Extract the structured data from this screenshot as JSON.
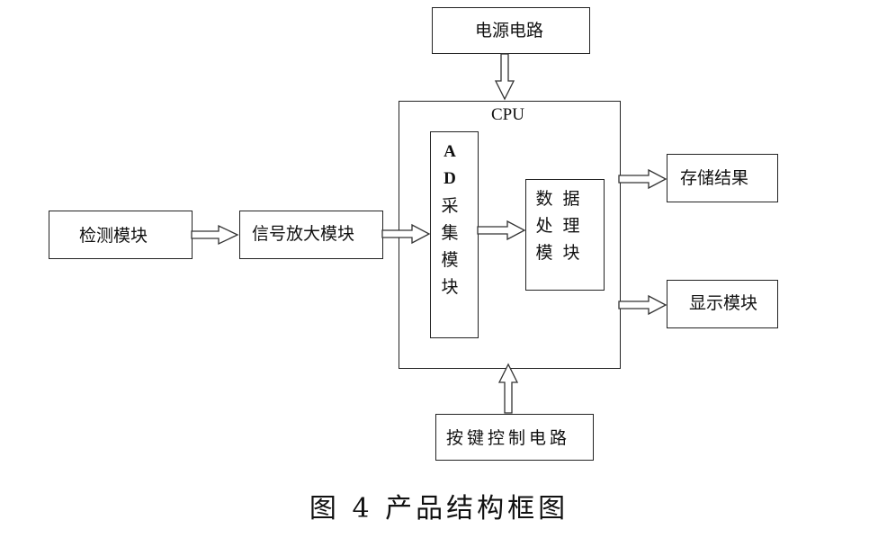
{
  "diagram": {
    "power": "电源电路",
    "cpu": "CPU",
    "detect": "检测模块",
    "amp": "信号放大模块",
    "ad": [
      "A",
      "D",
      "采",
      "集",
      "模",
      "块"
    ],
    "proc": [
      [
        "数",
        "据"
      ],
      [
        "处",
        "理"
      ],
      [
        "模",
        "块"
      ]
    ],
    "store": "存储结果",
    "display": "显示模块",
    "keys": "按键控制电路",
    "caption": "图 4  产品结构框图"
  },
  "edges": [
    {
      "from": "电源电路",
      "to": "CPU"
    },
    {
      "from": "检测模块",
      "to": "信号放大模块"
    },
    {
      "from": "信号放大模块",
      "to": "AD采集模块"
    },
    {
      "from": "AD采集模块",
      "to": "数据处理模块"
    },
    {
      "from": "CPU",
      "to": "存储结果"
    },
    {
      "from": "CPU",
      "to": "显示模块"
    },
    {
      "from": "按键控制电路",
      "to": "CPU"
    }
  ]
}
